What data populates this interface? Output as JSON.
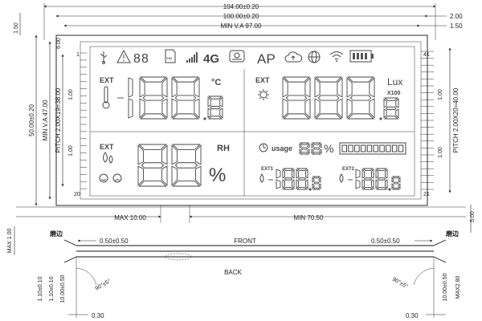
{
  "dimensions": {
    "overall_width": "104.00±0.20",
    "glass_width": "100.00±0.20",
    "view_area_width": "MIN V.A 97.00",
    "right_offset_top": "2.00",
    "right_offset_va": "1.50",
    "top_left_offset": "1.50",
    "left_pin_offset": "6.00",
    "height": "50.00±0.20",
    "view_area_height": "MIN V.A 47.00",
    "left_pitch": "PITCH 2.00X19=38.00",
    "left_pin_gap_top": "1.00",
    "left_pin_gap_bottom": "1.00",
    "right_pitch": "PITCH 2.00X20=40.00",
    "right_pin_gap_top": "1.00",
    "right_pin_gap_bottom": "1.00",
    "bottom_max": "MAX 10.00",
    "bottom_min": "MIN 70.50",
    "right_edge_5": "5.00",
    "side_max": "MAX 1.00",
    "bevel_left": "0.50±0.50",
    "bevel_right": "0.50±0.50",
    "front": "FRONT",
    "back": "BACK",
    "angle_left": "90°±5°",
    "angle_right": "90°±5°",
    "thick_1": "1.10±0.10",
    "thick_2": "1.10±0.10",
    "thick_3": "10.00±0.50",
    "thick_right": "10.00±0.50",
    "max_right": "MAX2.80",
    "offset_left": "0.30",
    "offset_right": "0.30",
    "edge_grind_left": "磨边",
    "edge_grind_right": "磨边"
  },
  "pin_labels": {
    "left_top": "1",
    "left_bottom": "20",
    "right_top": "41",
    "right_bottom": "21"
  },
  "lcd": {
    "ext_label_1": "EXT",
    "ext_label_2": "EXT",
    "ext_label_3": "EXT",
    "ext1_label": "EXT1",
    "ext2_label": "EXT2",
    "unit_c": "°C",
    "unit_lux": "Lux",
    "unit_x100": "X100",
    "unit_rh": "RH",
    "unit_percent": "%",
    "usage_label": "usage",
    "usage_percent": "%",
    "network_4g": "4G",
    "ap_label": "AP",
    "sim_label": "SIM",
    "digit_glyph": "8"
  },
  "icons": [
    "usb-icon",
    "warning-icon",
    "sim-card-icon",
    "signal-bars-icon",
    "hard-disk-icon",
    "cloud-upload-icon",
    "globe-icon",
    "wifi-icon",
    "battery-icon",
    "thermometer-icon",
    "sun-icon",
    "droplet-icon",
    "smile-icon",
    "frown-icon",
    "clock-icon"
  ]
}
